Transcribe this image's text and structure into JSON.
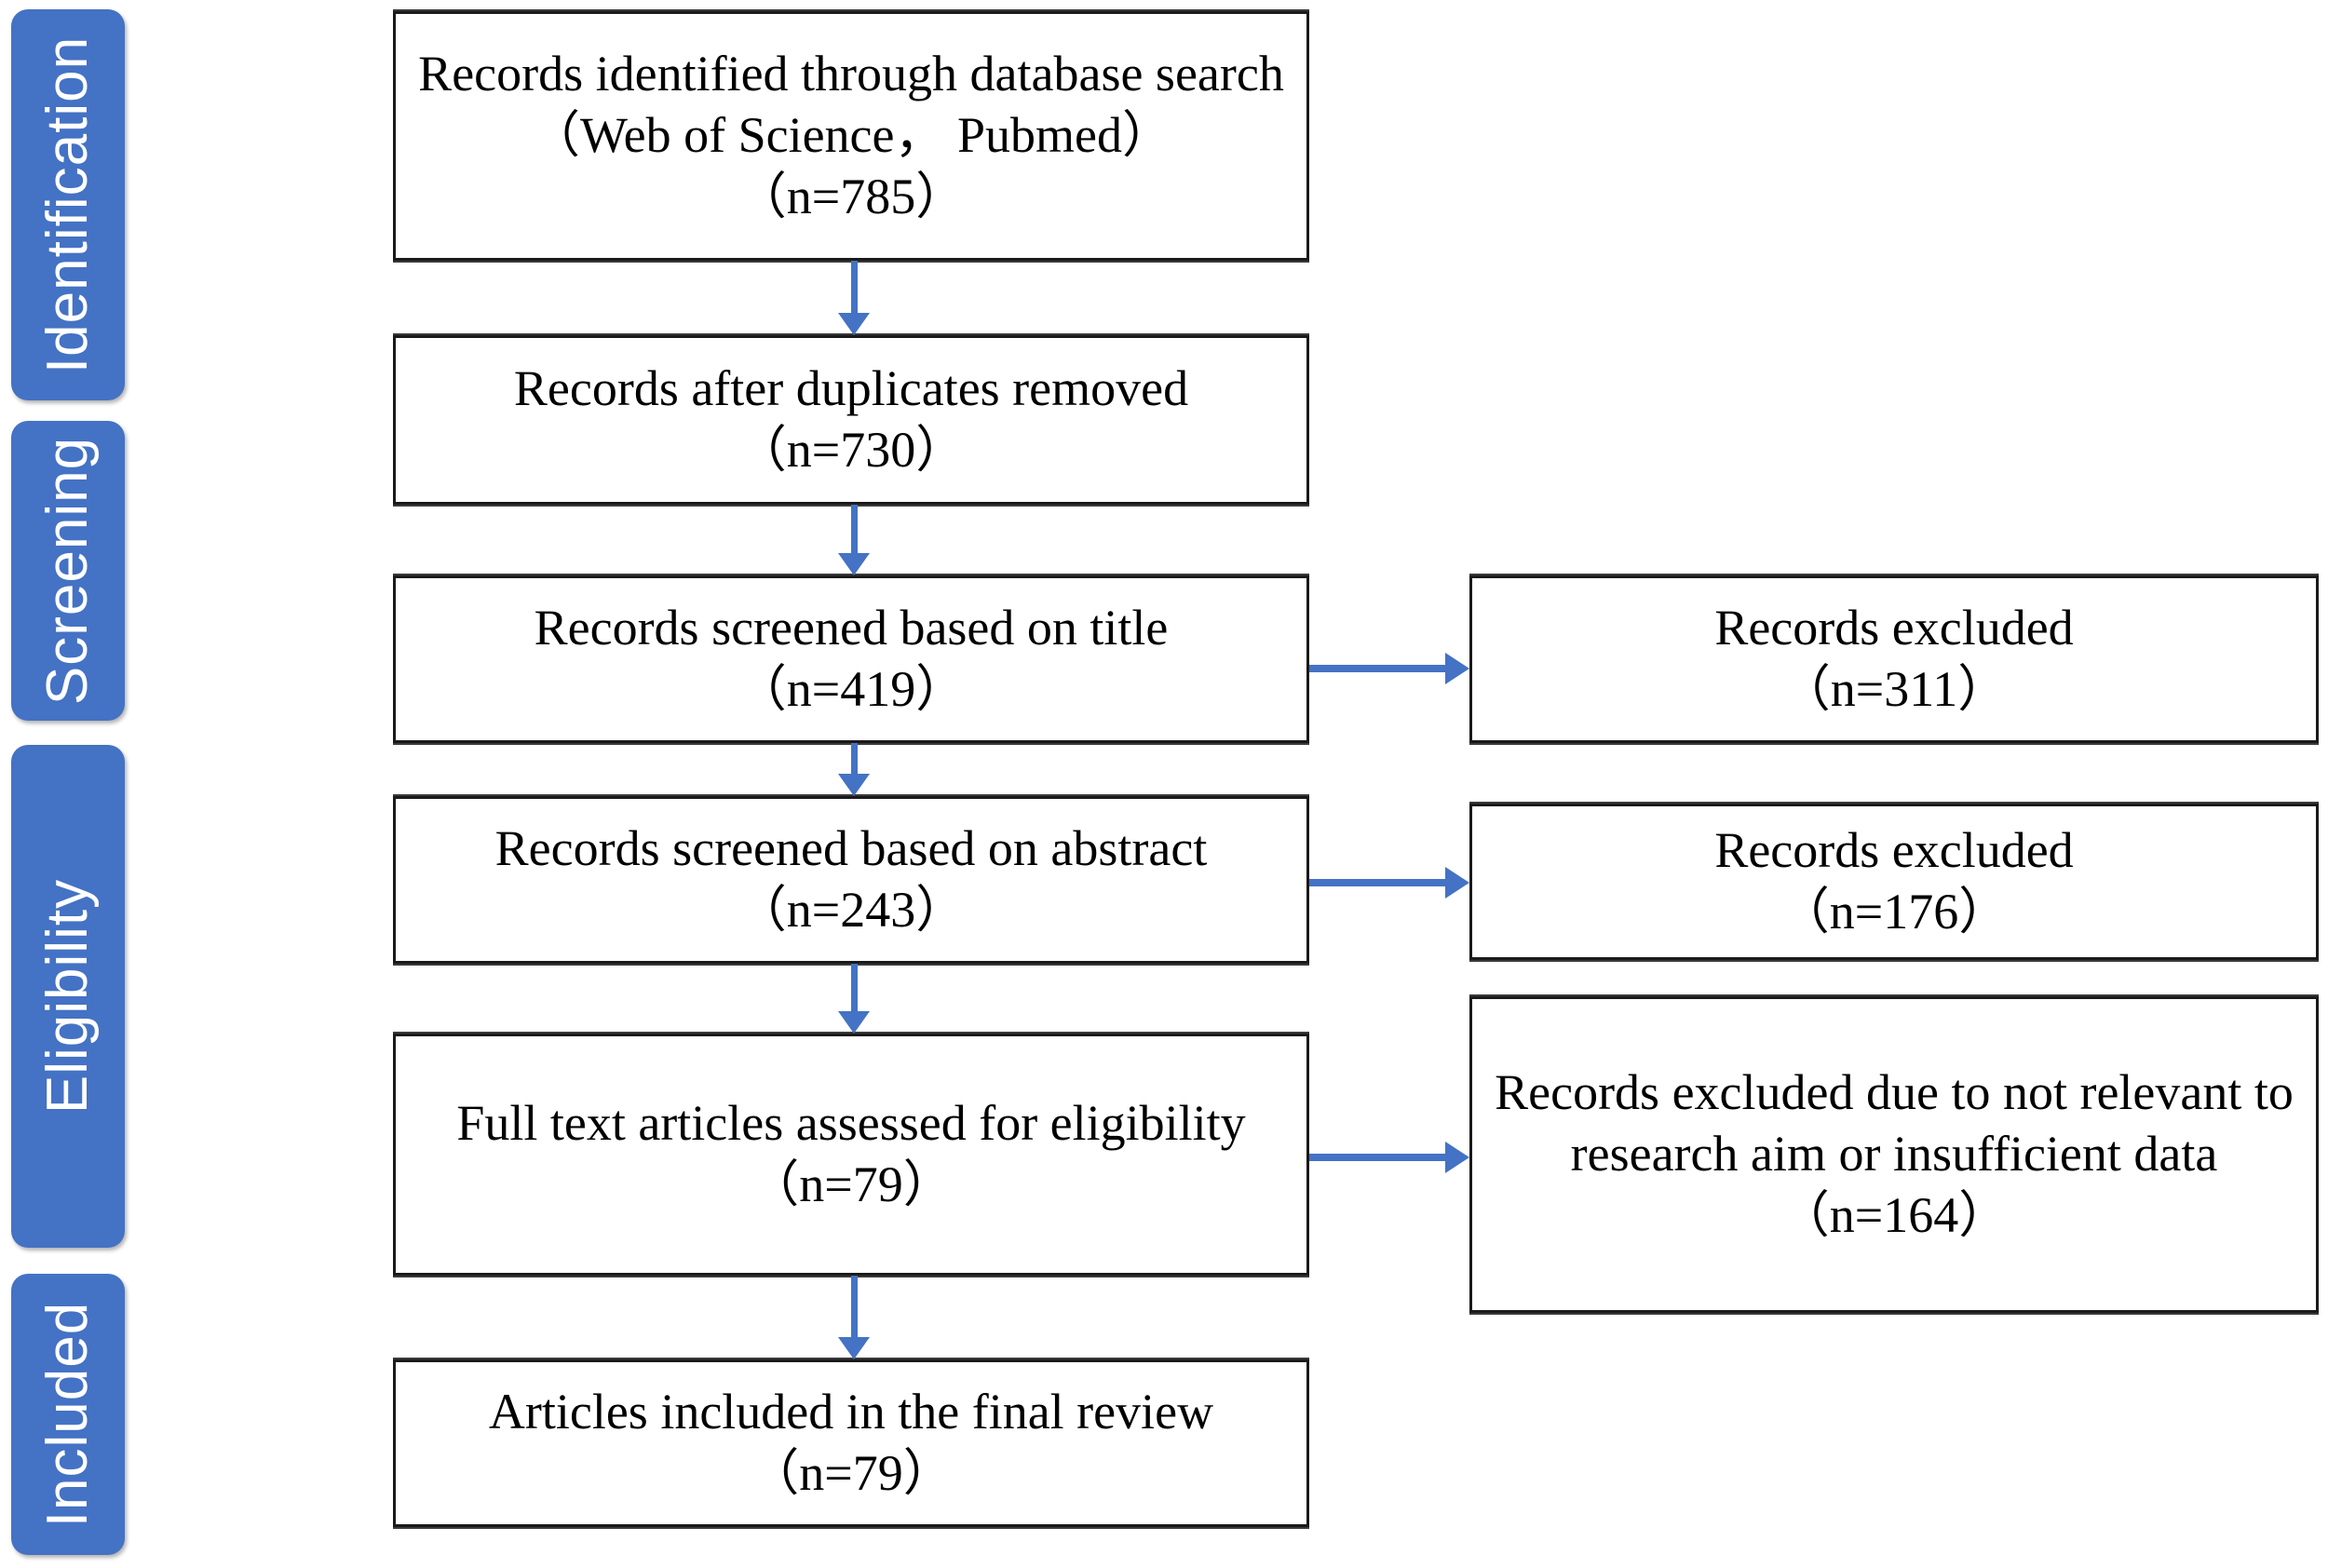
{
  "diagram": {
    "title": "PRISMA study selection flow diagram",
    "accent_color": "#4472C4",
    "box_border_color": "#000000",
    "stages": [
      {
        "id": "identification",
        "label": "Identification"
      },
      {
        "id": "screening",
        "label": "Screening"
      },
      {
        "id": "eligibility",
        "label": "Eligibility"
      },
      {
        "id": "included",
        "label": "Included"
      }
    ],
    "main_boxes": [
      {
        "id": "records-identified",
        "text": "Records identified through database search （Web of Science， Pubmed）\n（n=785）",
        "count": 785
      },
      {
        "id": "records-after-duplicates",
        "text": "Records after duplicates removed\n（n=730）",
        "count": 730
      },
      {
        "id": "records-screened-title",
        "text": "Records screened based on title\n（n=419）",
        "count": 419
      },
      {
        "id": "records-screened-abstract",
        "text": "Records screened based on abstract\n（n=243）",
        "count": 243
      },
      {
        "id": "full-text-assessed",
        "text": "Full text articles assessed for eligibility\n（n=79）",
        "count": 79
      },
      {
        "id": "articles-included",
        "text": "Articles included in the final review\n（n=79）",
        "count": 79
      }
    ],
    "excluded_boxes": [
      {
        "id": "excluded-title",
        "text": "Records excluded\n（n=311）",
        "count": 311
      },
      {
        "id": "excluded-abstract",
        "text": "Records excluded\n（n=176）",
        "count": 176
      },
      {
        "id": "excluded-fulltext",
        "text": "Records excluded due to not relevant to research aim or insufficient data\n（n=164）",
        "count": 164
      }
    ]
  }
}
